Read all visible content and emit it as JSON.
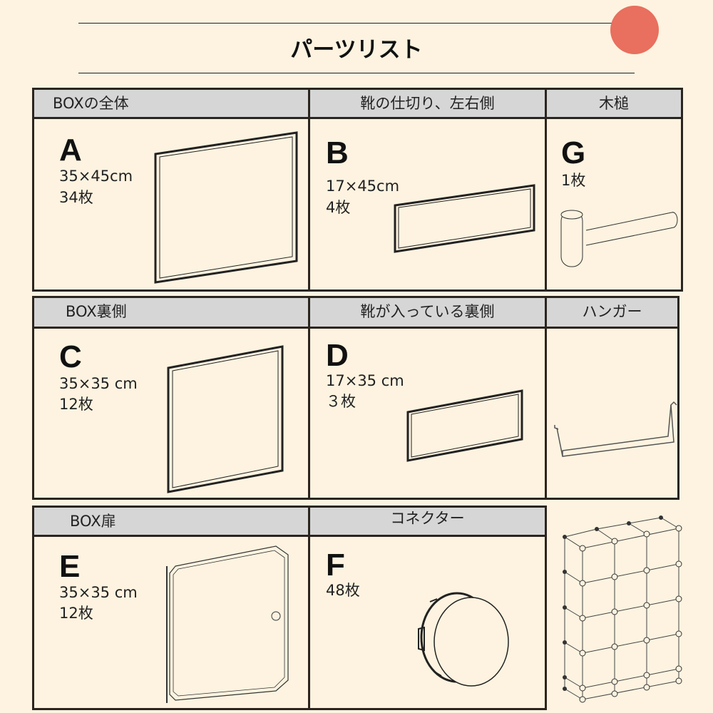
{
  "title": "パーツリスト",
  "parts": [
    {
      "header": "BOXの全体",
      "letter": "A",
      "size": "35×45cm",
      "count": "34枚"
    },
    {
      "header": "靴の仕切り、左右側",
      "letter": "B",
      "size": "17×45cm",
      "count": "4枚"
    },
    {
      "header": "木槌",
      "letter": "G",
      "count": "1枚"
    },
    {
      "header": "BOX裏側",
      "letter": "C",
      "size": "35×35 cm",
      "count": "12枚"
    },
    {
      "header": "靴が入っている裏側",
      "letter": "D",
      "size": "17×35 cm",
      "count": "３枚"
    },
    {
      "header": "ハンガー"
    },
    {
      "header": "BOX扉",
      "letter": "E",
      "size": "35×35 cm",
      "count": "12枚"
    },
    {
      "header": "コネクター",
      "letter": "F",
      "count": "48枚"
    }
  ],
  "colors": {
    "accent_dot": "#e96f5e",
    "header_bg": "#d6d6d6",
    "background": "#fdf3e0"
  }
}
